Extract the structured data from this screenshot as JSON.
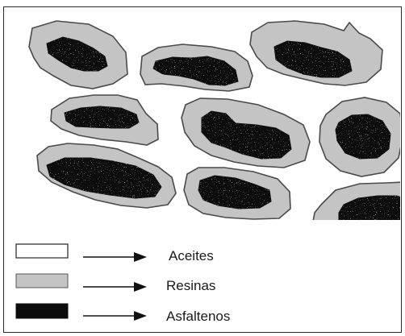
{
  "diagram": {
    "colors": {
      "aceites": "#ffffff",
      "resinas": "#c4c4c4",
      "asfaltenos": "#0c0c0c",
      "outline": "#4a4a4a",
      "arrow": "#111111"
    }
  },
  "legend": {
    "items": [
      {
        "label": "Aceites",
        "swatch_color": "#ffffff"
      },
      {
        "label": "Resinas",
        "swatch_color": "#c4c4c4"
      },
      {
        "label": "Asfaltenos",
        "swatch_color": "#0c0c0c"
      }
    ]
  }
}
